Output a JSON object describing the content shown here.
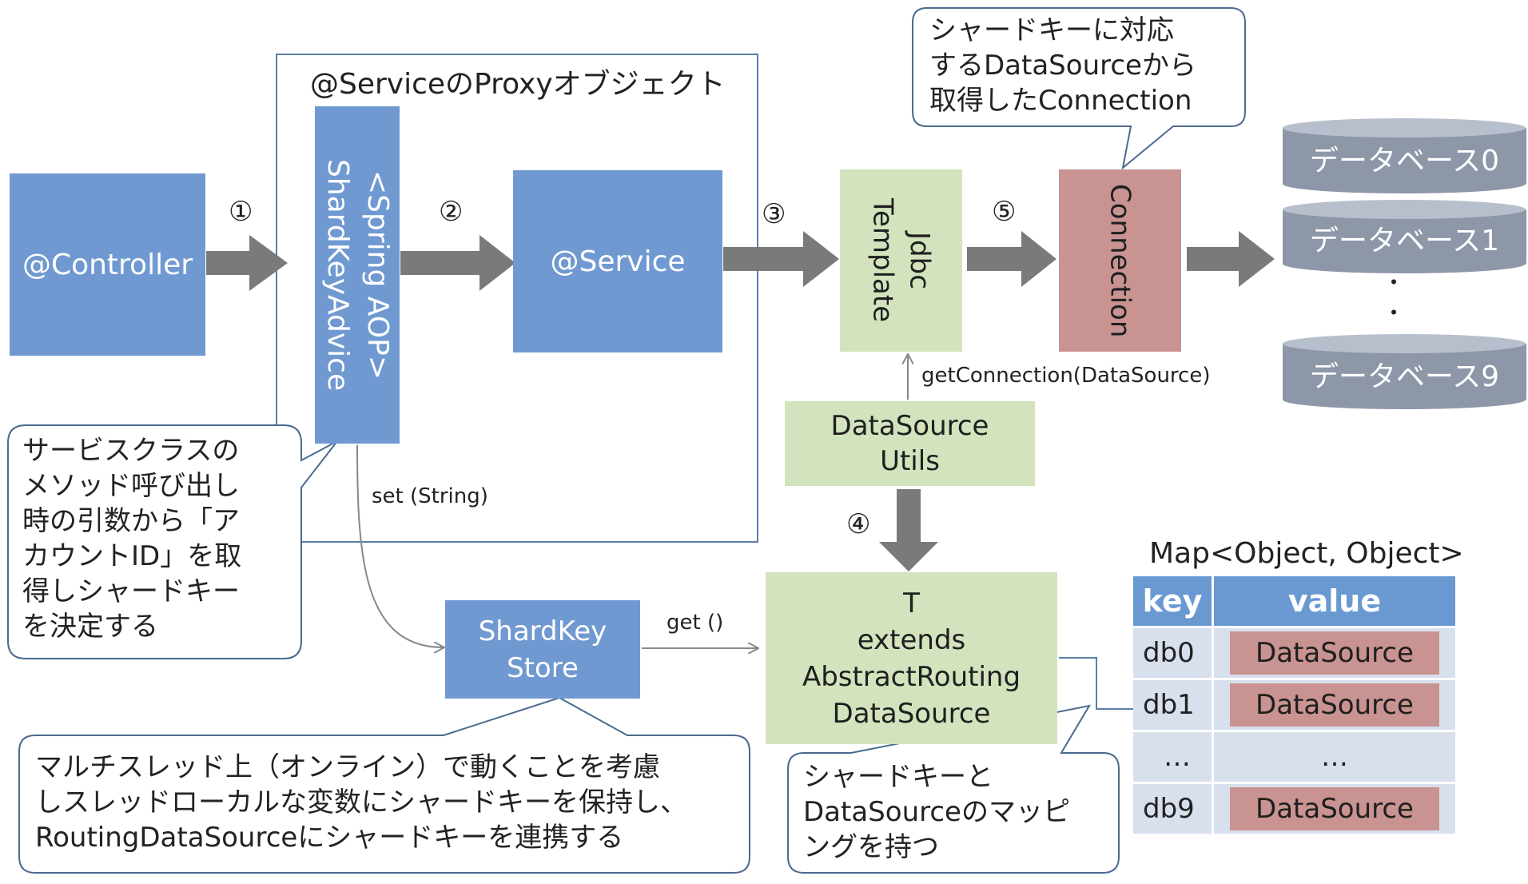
{
  "proxy_label": "@ServiceのProxyオブジェクト",
  "controller": "@Controller",
  "aop_advice": [
    "<Spring AOP>",
    "ShardKeyAdvice"
  ],
  "service": "@Service",
  "jdbc_template": [
    "Jdbc",
    "Template"
  ],
  "connection": "Connection",
  "step_labels": {
    "s1": "①",
    "s2": "②",
    "s3": "③",
    "s4": "④",
    "s5": "⑤"
  },
  "get_connection_label": "getConnection(DataSource)",
  "datasource_utils": [
    "DataSource",
    "Utils"
  ],
  "set_string_label": "set (String)",
  "get_label": "get ()",
  "shardkey_store": [
    "ShardKey",
    "Store"
  ],
  "routing_datasource": [
    "T",
    "extends",
    "AbstractRouting",
    "DataSource"
  ],
  "databases": [
    "データベース0",
    "データベース1",
    "データベース9"
  ],
  "db_ellipsis": [
    "・",
    "・"
  ],
  "callouts": {
    "connection_note": [
      "シャードキーに対応",
      "するDataSourceから",
      "取得したConnection"
    ],
    "service_note": [
      "サービスクラスの",
      "メソッド呼び出し",
      "時の引数から「ア",
      "カウントID」を取",
      "得しシャードキー",
      "を決定する"
    ],
    "store_note": [
      "マルチスレッド上（オンライン）で動くことを考慮",
      "しスレッドローカルな変数にシャードキーを保持し、",
      "RoutingDataSourceにシャードキーを連携する"
    ],
    "mapping_note": [
      "シャードキーと",
      "DataSourceのマッピ",
      "ングを持つ"
    ]
  },
  "map_table": {
    "title": "Map<Object, Object>",
    "headers": [
      "key",
      "value"
    ],
    "rows": [
      {
        "key": "db0",
        "value": "DataSource"
      },
      {
        "key": "db1",
        "value": "DataSource"
      },
      {
        "key": "…",
        "value": "…"
      },
      {
        "key": "db9",
        "value": "DataSource"
      }
    ]
  },
  "colors": {
    "blue_box": "#7099d1",
    "green_box": "#d2e3bd",
    "pink_box": "#c89391",
    "arrow_gray": "#7a7a7a",
    "db_gray": "#8d97a8",
    "callout_border": "#4a6a8f"
  }
}
